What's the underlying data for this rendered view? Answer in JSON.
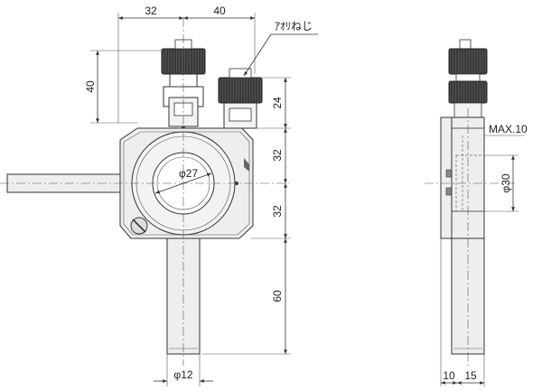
{
  "front_view": {
    "dim_top_left": "32",
    "dim_top_right": "40",
    "dim_left_height": "40",
    "dim_right_24": "24",
    "dim_right_32a": "32",
    "dim_right_32b": "32",
    "dim_right_60": "60",
    "dim_aperture": "φ27",
    "dim_post": "φ12",
    "label_adjust_screw": "ｱｵﾘねじ"
  },
  "side_view": {
    "dim_max_travel": "MAX.10",
    "dim_diameter": "φ30",
    "dim_bottom_10": "10",
    "dim_bottom_15": "15"
  }
}
